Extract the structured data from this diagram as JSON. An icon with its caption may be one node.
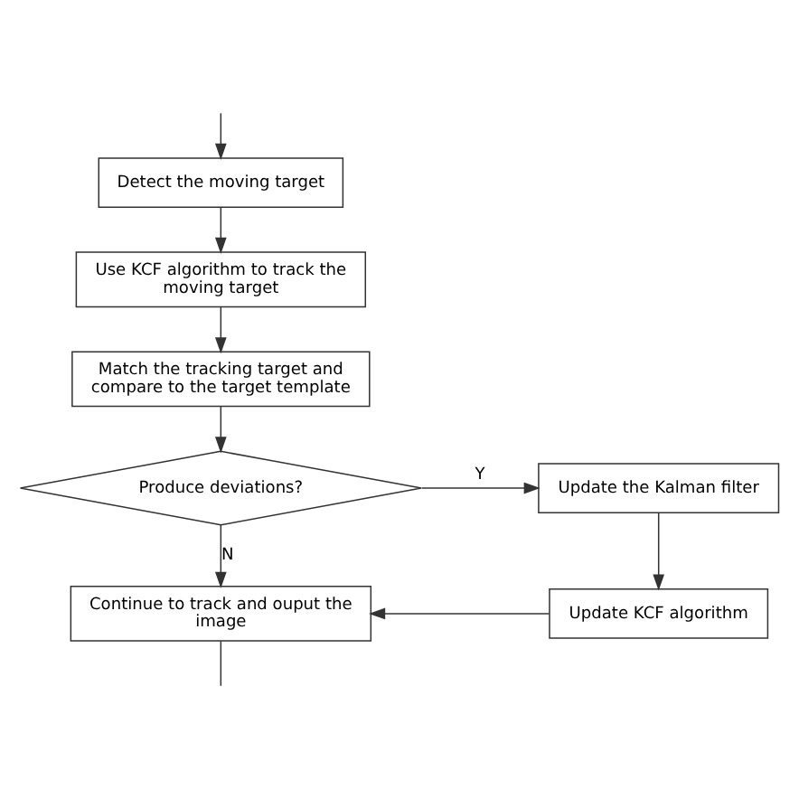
{
  "diagram": {
    "nodes": [
      {
        "text": [
          "Detect the moving target"
        ]
      },
      {
        "text": [
          "Use KCF algorithm to track the moving target"
        ]
      },
      {
        "text": [
          "Match the tracking target and compare to the target template"
        ]
      },
      {
        "text": [
          "Produce deviations?"
        ]
      },
      {
        "text": [
          "Update the Kalman filter"
        ]
      },
      {
        "text": [
          "Update KCF algorithm"
        ]
      },
      {
        "text": [
          "Continue to track and ouput the image"
        ]
      }
    ],
    "edges": [
      {
        "from": null,
        "to": 0,
        "arrow": "to"
      },
      {
        "from": 0,
        "to": 1,
        "arrow": "to"
      },
      {
        "from": 1,
        "to": 2,
        "arrow": "to"
      },
      {
        "from": 2,
        "to": 3,
        "arrow": "to"
      },
      {
        "from": 3,
        "to": 4,
        "arrow": "to",
        "label": "Y"
      },
      {
        "from": 4,
        "to": 5,
        "arrow": "to"
      },
      {
        "from": 5,
        "to": 6,
        "arrow": "to"
      },
      {
        "from": 3,
        "to": 6,
        "arrow": "to",
        "label": "N"
      },
      {
        "from": 6,
        "to": null,
        "arrow": "none"
      }
    ]
  }
}
